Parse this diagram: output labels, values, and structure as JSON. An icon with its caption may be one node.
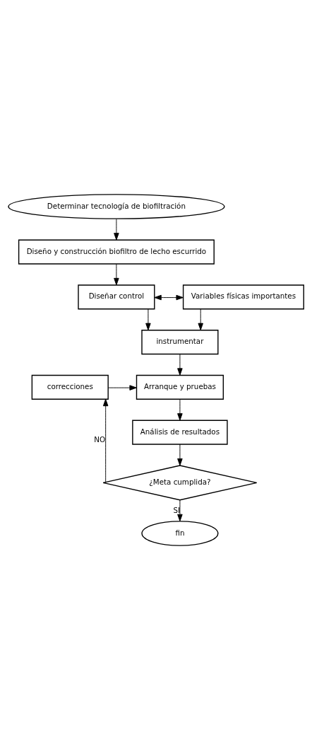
{
  "diagram": {
    "nodes": [
      {
        "text": [
          "Determinar tecnología de biofiltración"
        ]
      },
      {
        "text": [
          "Diseño y construcción biofiltro de lecho escurrido"
        ]
      },
      {
        "text": [
          "Diseñar control"
        ]
      },
      {
        "text": [
          "Variables físicas importantes"
        ]
      },
      {
        "text": [
          "instrumentar"
        ]
      },
      {
        "text": [
          "Arranque y pruebas"
        ]
      },
      {
        "text": [
          "correcciones"
        ]
      },
      {
        "text": [
          "Análisis de resultados"
        ]
      },
      {
        "text": [
          "¿Meta cumplida?"
        ]
      },
      {
        "text": [
          "fin"
        ]
      }
    ],
    "edges": [
      {
        "from": 0,
        "to": 1,
        "arrow": "to"
      },
      {
        "from": 1,
        "to": 2,
        "arrow": "to"
      },
      {
        "from": 2,
        "to": 3,
        "arrow": "both"
      },
      {
        "from": 2,
        "to": 4,
        "arrow": "to"
      },
      {
        "from": 3,
        "to": 4,
        "arrow": "to"
      },
      {
        "from": 4,
        "to": 5,
        "arrow": "to"
      },
      {
        "from": 6,
        "to": 5,
        "arrow": "to"
      },
      {
        "from": 5,
        "to": 7,
        "arrow": "to"
      },
      {
        "from": 7,
        "to": 8,
        "arrow": "to"
      },
      {
        "from": 8,
        "to": 6,
        "label": "NO",
        "arrow": "to"
      },
      {
        "from": 8,
        "to": 9,
        "label": "SI",
        "arrow": "to"
      }
    ]
  }
}
